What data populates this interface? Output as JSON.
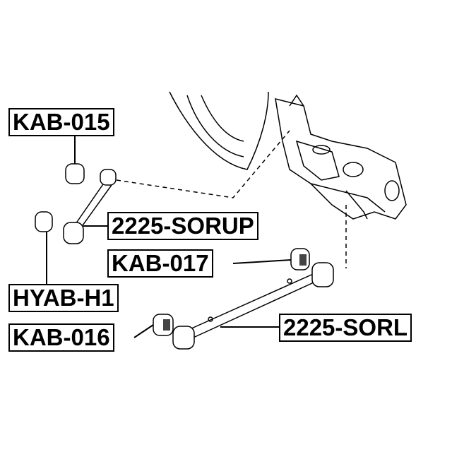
{
  "labels": {
    "kab015": "KAB-015",
    "sorup": "2225-SORUP",
    "kab017": "KAB-017",
    "hyabh1": "HYAB-H1",
    "kab016": "KAB-016",
    "sorl": "2225-SORL"
  },
  "colors": {
    "line": "#000000",
    "background": "#ffffff",
    "shade": "#444444"
  }
}
